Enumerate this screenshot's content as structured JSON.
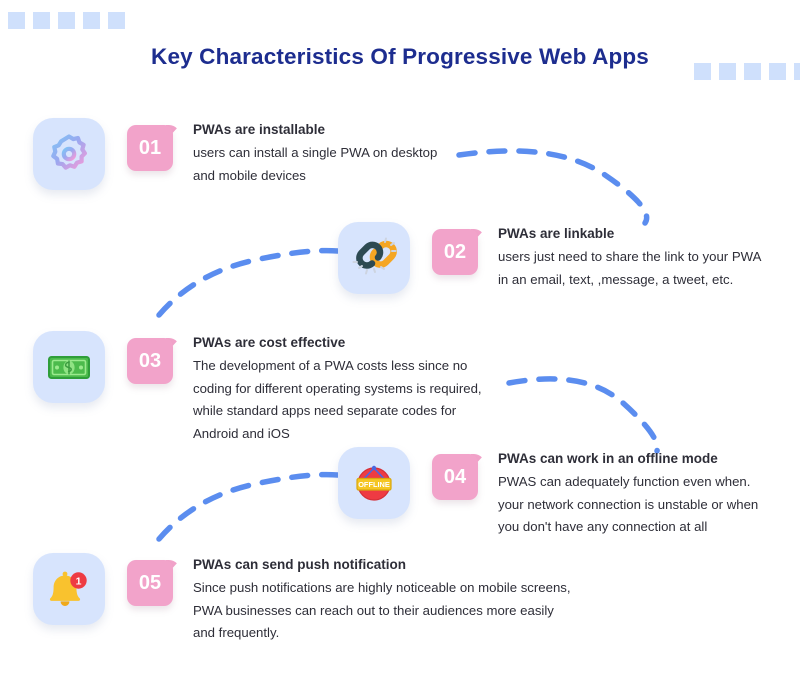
{
  "page": {
    "title": "Key Characteristics Of Progressive Web Apps",
    "background_color": "#ffffff",
    "title_color": "#1d2d8f",
    "accent_pink": "#f2a3ca",
    "tile_blue": "#d7e4fd",
    "connector_blue": "#5b8def",
    "deco_square_color": "#cfe0fc"
  },
  "decorations": {
    "top_left_squares": 5,
    "top_right_squares": 5
  },
  "items": [
    {
      "number": "01",
      "icon": "gear-icon",
      "heading": "PWAs are installable",
      "lines": [
        "users can install a single PWA on desktop",
        "and mobile devices"
      ]
    },
    {
      "number": "02",
      "icon": "link-chain-icon",
      "heading": "PWAs are linkable",
      "lines": [
        "users just need to share the link to your PWA",
        "in an email, text, ,message, a tweet, etc."
      ]
    },
    {
      "number": "03",
      "icon": "money-banknote-icon",
      "heading": "PWAs are cost effective",
      "lines": [
        "The development of a PWA costs less since no",
        "coding for different operating systems is required,",
        "while standard apps need separate codes for",
        "Android and iOS"
      ]
    },
    {
      "number": "04",
      "icon": "offline-sign-icon",
      "icon_label": "OFFLINE",
      "heading": "PWAs can work in an offline mode",
      "lines": [
        "PWAS can adequately function even when.",
        "your network connection is unstable or when",
        "you don't have any connection at all"
      ]
    },
    {
      "number": "05",
      "icon": "bell-notification-icon",
      "icon_badge_count": "1",
      "heading": "PWAs can send push notification",
      "lines": [
        "Since push notifications are highly noticeable on mobile screens,",
        "PWA businesses can reach out to their audiences more easily",
        "and frequently."
      ]
    }
  ]
}
